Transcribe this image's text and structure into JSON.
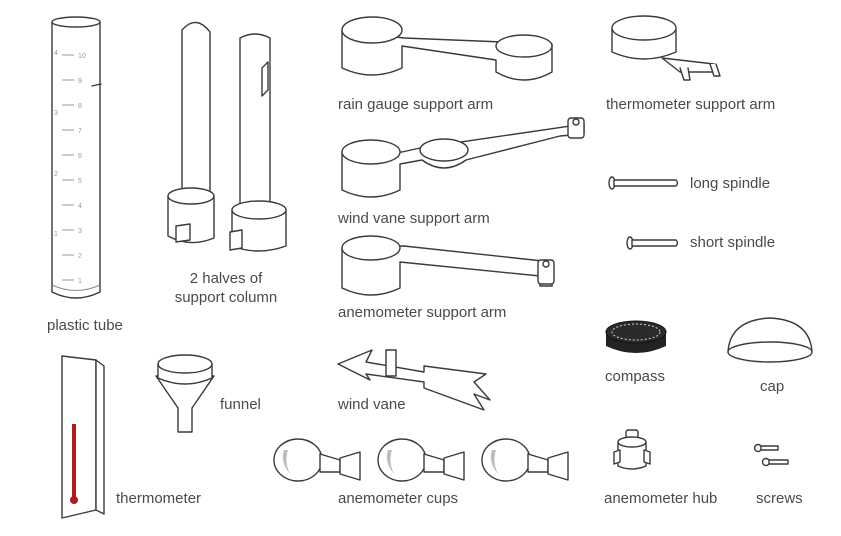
{
  "labels": {
    "plastic_tube": "plastic tube",
    "support_column_line1": "2 halves of",
    "support_column_line2": "support column",
    "rain_gauge_arm": "rain gauge support arm",
    "thermometer_arm": "thermometer support arm",
    "wind_vane_arm": "wind vane support arm",
    "long_spindle": "long spindle",
    "short_spindle": "short spindle",
    "anemometer_arm": "anemometer support arm",
    "compass": "compass",
    "cap": "cap",
    "thermometer": "thermometer",
    "funnel": "funnel",
    "wind_vane": "wind vane",
    "anemometer_cups": "anemometer cups",
    "anemometer_hub": "anemometer hub",
    "screws": "screws"
  },
  "tube_scale": {
    "major": [
      "10",
      "9",
      "8",
      "7",
      "6",
      "5",
      "4",
      "3",
      "2",
      "1"
    ],
    "minor": [
      "4",
      "3",
      "2",
      "1"
    ]
  },
  "colors": {
    "thermometer_fluid": "#b31b1b",
    "line": "#3a3a3a",
    "label": "#4a4a4a"
  }
}
